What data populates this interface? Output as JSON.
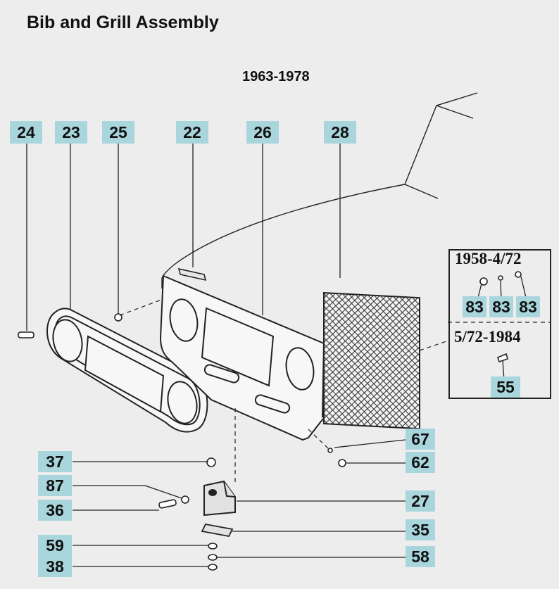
{
  "title": "Bib and Grill Assembly",
  "subtitle": "1963-1978",
  "callouts": {
    "c24": "24",
    "c23": "23",
    "c25": "25",
    "c22": "22",
    "c26": "26",
    "c28": "28",
    "c83a": "83",
    "c83b": "83",
    "c83c": "83",
    "c55": "55",
    "c67": "67",
    "c62": "62",
    "c27": "27",
    "c35": "35",
    "c58": "58",
    "c37": "37",
    "c87": "87",
    "c36": "36",
    "c59": "59",
    "c38": "38"
  },
  "inset": {
    "range_upper": "1958-4/72",
    "range_lower": "5/72-1984"
  },
  "colors": {
    "callout_bg": "#a9d5dd",
    "line": "#222222",
    "background": "#ededed"
  }
}
